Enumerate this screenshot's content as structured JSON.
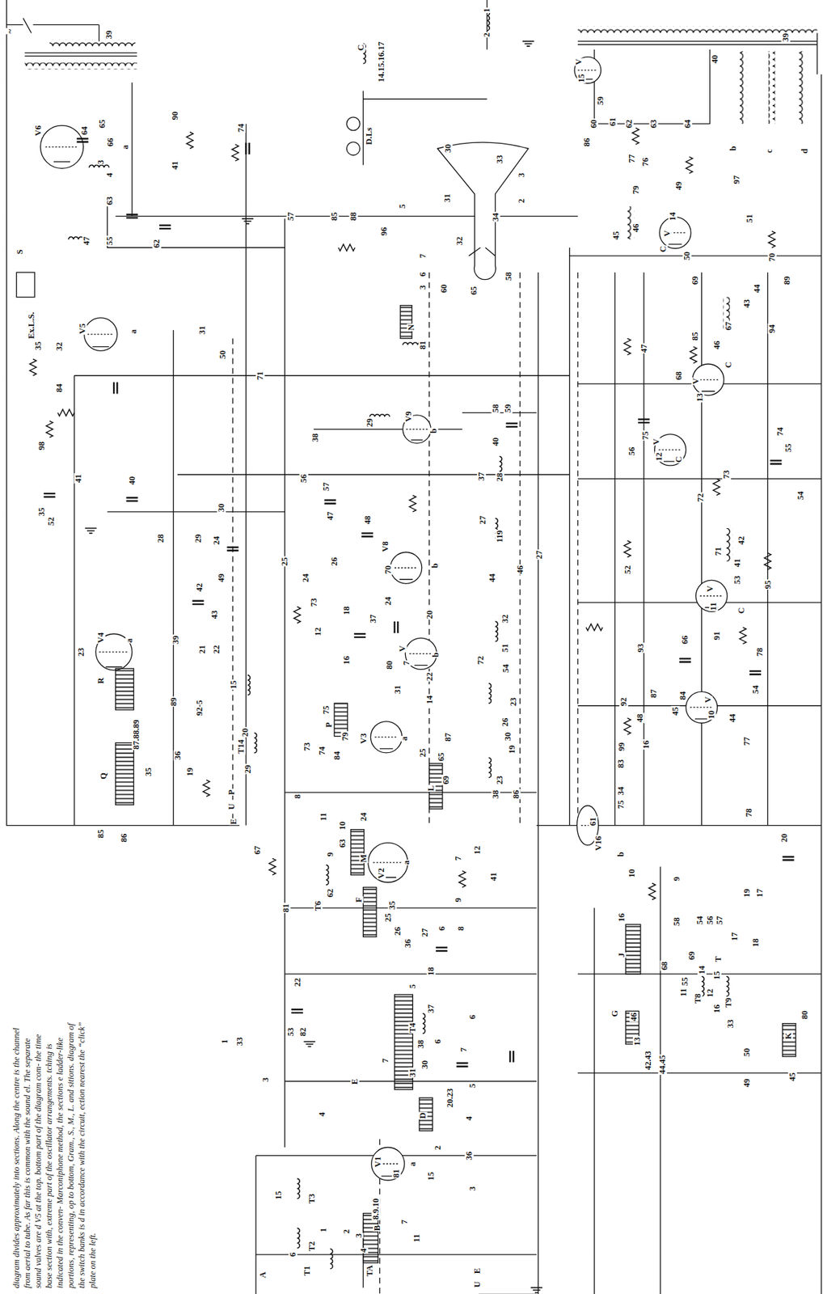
{
  "diagram": {
    "caption": "diagram divides approximately into sections. Along the centre is the channel from aerial to tube. As far this is common with the sound el. The separate sound valves are d V5 at the top. bottom part of the diagram com- the time base section with, extreme part of the oscillator arrangements. tching is indicated in the conven- Marconiphone method, the sections e ladder-like portions, representing, op to bottom, Gram., S., M., L. and sitions. diagram of the switch banks is d in accordance with the circuit, ection nearest the “click” plate on the left.",
    "labels": [
      "~",
      "39",
      "2",
      "1",
      "39",
      "V6",
      "a",
      "64",
      "65",
      "66",
      "3",
      "4",
      "90",
      "41",
      "74",
      "63",
      "47",
      "55",
      "62",
      "C",
      "14.15.16.17",
      "D.Ls",
      "V",
      "15",
      "40",
      "b",
      "c",
      "d",
      "59",
      "60",
      "61",
      "62",
      "63",
      "64",
      "86",
      "77",
      "76",
      "30",
      "33",
      "3",
      "2",
      "31",
      "34",
      "32",
      "79",
      "49",
      "97",
      "45",
      "46",
      "V",
      "14",
      "C",
      "51",
      "70",
      "50",
      "69",
      "57",
      "85",
      "88",
      "96",
      "5",
      "S",
      "Ex.L.S.",
      "V5",
      "a",
      "35",
      "32",
      "31",
      "50",
      "71",
      "84",
      "98",
      "N",
      "81",
      "7",
      "6",
      "3",
      "60",
      "65",
      "58",
      "44",
      "43",
      "89",
      "94",
      "67",
      "85",
      "47",
      "46",
      "68",
      "V",
      "13",
      "C",
      "29",
      "V9",
      "b",
      "58",
      "59",
      "40",
      "38",
      "56",
      "57",
      "28",
      "37",
      "27",
      "47",
      "48",
      "119",
      "26",
      "25",
      "24",
      "70",
      "V8",
      "b",
      "46",
      "27",
      "44",
      "V",
      "12",
      "C",
      "56",
      "75",
      "55",
      "74",
      "73",
      "72",
      "54",
      "42",
      "41",
      "71",
      "95",
      "53",
      "52",
      "35",
      "52",
      "41",
      "40",
      "28",
      "29",
      "30",
      "24",
      "49",
      "V",
      "11",
      "C",
      "91",
      "78",
      "93",
      "66",
      "54",
      "V",
      "10",
      "87",
      "92",
      "84",
      "45",
      "48",
      "44",
      "77",
      "16",
      "99",
      "83",
      "V4",
      "a",
      "23",
      "R",
      "42",
      "43",
      "39",
      "21",
      "22",
      "89",
      "92-5",
      "73",
      "12",
      "18",
      "37",
      "24",
      "20",
      "32",
      "V",
      "7",
      "b",
      "80",
      "16",
      "72",
      "51",
      "54",
      "15",
      "31",
      "22",
      "14",
      "23",
      "26",
      "30",
      "87.88.89",
      "Q",
      "36",
      "35",
      "19",
      "85",
      "86",
      "P",
      "U",
      "E",
      "20",
      "T14",
      "29",
      "75",
      "P",
      "79",
      "73",
      "74",
      "84",
      "V3",
      "a",
      "87",
      "25",
      "65",
      "19",
      "23",
      "38",
      "86",
      "L",
      "69",
      "8",
      "11",
      "10",
      "24",
      "63",
      "9",
      "M",
      "V2",
      "a",
      "7",
      "12",
      "41",
      "67",
      "81",
      "62",
      "T6",
      "9",
      "8",
      "35",
      "25",
      "26",
      "36",
      "F",
      "27",
      "6",
      "V16",
      "b",
      "61",
      "34",
      "75",
      "78",
      "20",
      "19",
      "17",
      "10",
      "9",
      "16",
      "58",
      "54",
      "56",
      "57",
      "17",
      "18",
      "T",
      "J",
      "55",
      "69",
      "68",
      "14",
      "15",
      "16",
      "G",
      "46",
      "13",
      "42.43",
      "44.45",
      "T8",
      "11",
      "12",
      "T9",
      "33",
      "50",
      "49",
      "45",
      "K",
      "80",
      "18",
      "22",
      "53",
      "82",
      "1",
      "33",
      "3",
      "7",
      "4",
      "37",
      "5",
      "T4",
      "38",
      "6",
      "31",
      "E",
      "30",
      "5",
      "7",
      "6",
      "20.23",
      "4",
      "D",
      "2",
      "36",
      "V1",
      "a",
      "81",
      "15",
      "3",
      "8.9.10",
      "B",
      "7",
      "11",
      "TA",
      "A",
      "E",
      "U",
      "T1",
      "T2",
      "T3",
      "1",
      "2",
      "3",
      "15",
      "4",
      "6"
    ]
  }
}
